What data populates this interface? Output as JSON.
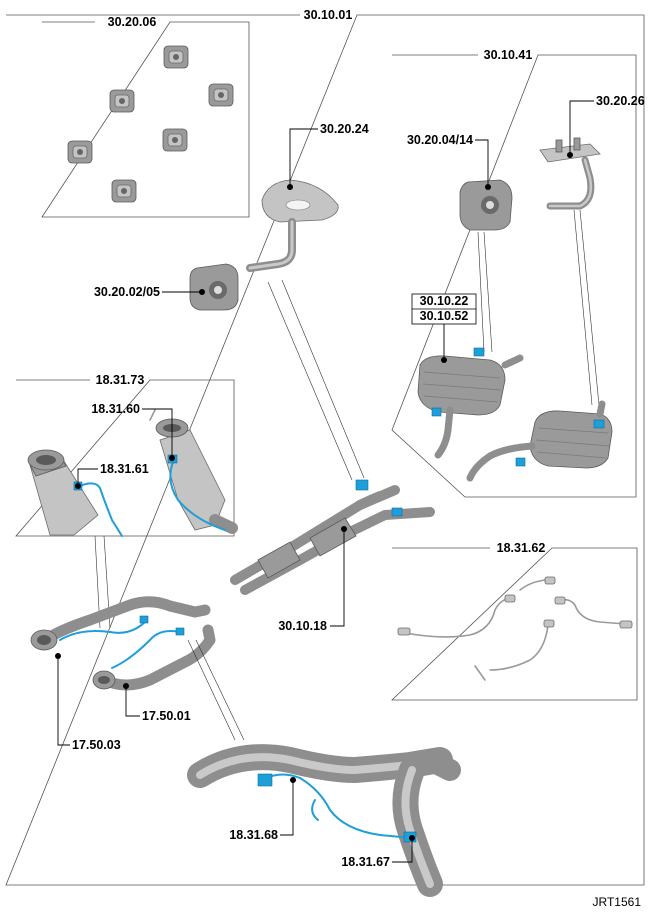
{
  "figure_id": "JRT1561",
  "labels": {
    "main": "30.10.01",
    "mounts_kit": "30.20.06",
    "heat_shield": "30.20.24",
    "rear_mount": "30.20.02/05",
    "mufflers_group": "30.10.41",
    "bracket": "30.20.26",
    "muffler_mount": "30.20.04/14",
    "muffler_a": "30.10.22",
    "muffler_b": "30.10.52",
    "sensors_group": "18.31.73",
    "sensor_60": "18.31.60",
    "sensor_61": "18.31.61",
    "center_pipe": "30.10.18",
    "loose_sensors": "18.31.62",
    "front_pipe_right": "17.50.01",
    "front_pipe_left": "17.50.03",
    "sensor_68": "18.31.68",
    "sensor_67": "18.31.67"
  },
  "colors": {
    "part_dark": "#9a9a9a",
    "part_light": "#c4c4c4",
    "sensor_wire": "#1e9fd8",
    "frame": "#555555"
  }
}
